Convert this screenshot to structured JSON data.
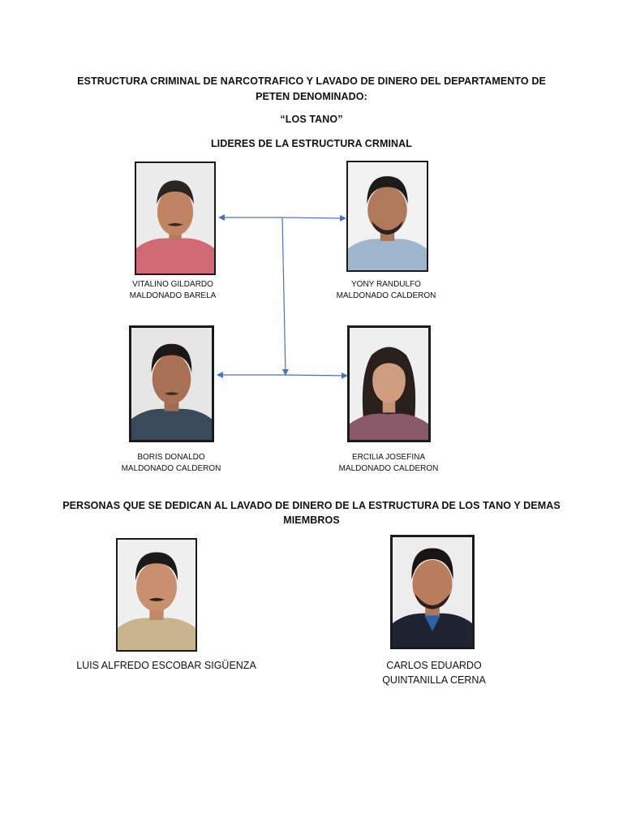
{
  "header": {
    "title_line1": "ESTRUCTURA CRIMINAL DE NARCOTRAFICO Y LAVADO DE DINERO DEL DEPARTAMENTO DE",
    "title_line2": "PETEN DENOMINADO:",
    "group_name": "“LOS TANO”",
    "leaders_heading": "LIDERES DE LA ESTRUCTURA CRMINAL"
  },
  "leaders": [
    {
      "line1": "VITALINO GILDARDO",
      "line2": "MALDONADO BARELA"
    },
    {
      "line1": "YONY RANDULFO",
      "line2": "MALDONADO CALDERON"
    },
    {
      "line1": "BORIS DONALDO",
      "line2": "MALDONADO CALDERON"
    },
    {
      "line1": "ERCILIA JOSEFINA",
      "line2": "MALDONADO CALDERON"
    }
  ],
  "laundering": {
    "heading_line1": "PERSONAS QUE SE DEDICAN AL LAVADO DE DINERO DE LA ESTRUCTURA DE LOS TANO Y DEMAS",
    "heading_line2": "MIEMBROS",
    "members": [
      {
        "line1": "LUIS ALFREDO ESCOBAR SIGÜENZA",
        "line2": ""
      },
      {
        "line1": "CARLOS EDUARDO",
        "line2": "QUINTANILLA CERNA"
      }
    ]
  },
  "colors": {
    "connector": "#4a72c4",
    "text": "#111111",
    "photo_border": "#1a1a1a"
  }
}
